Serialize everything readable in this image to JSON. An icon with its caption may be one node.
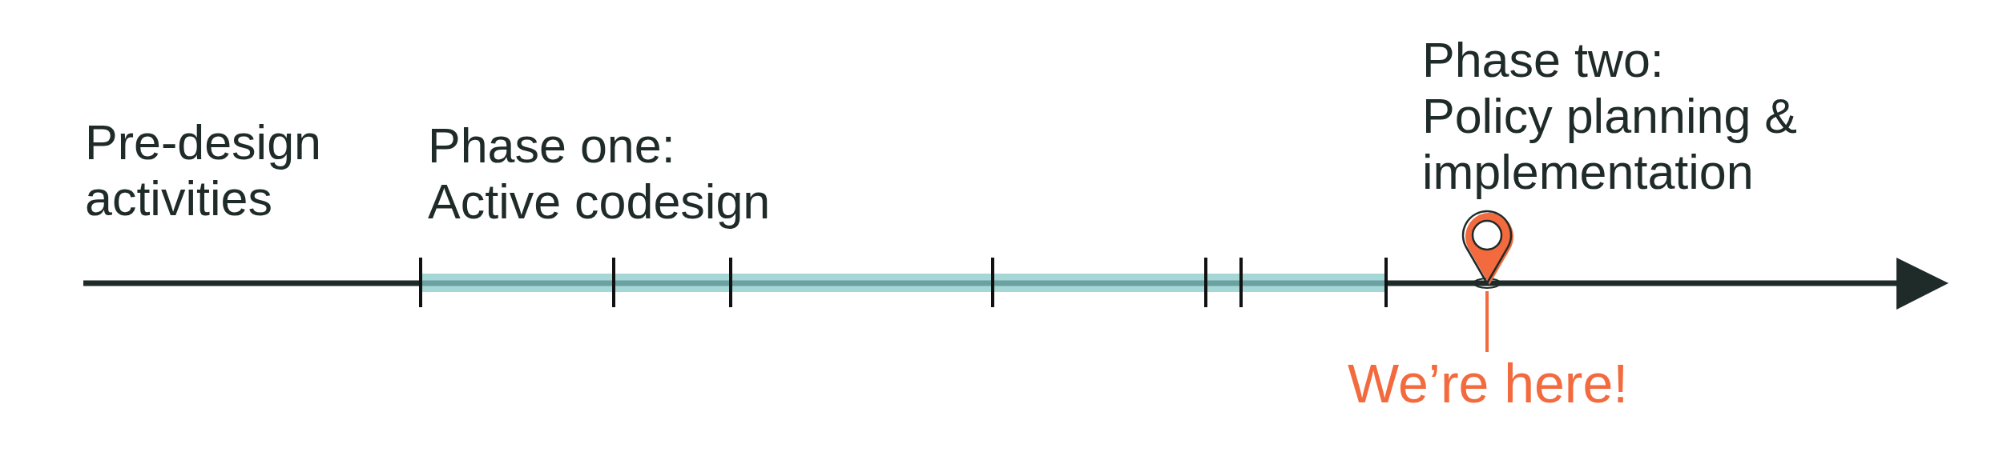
{
  "diagram": {
    "nodes": [
      {
        "text": [],
        "shape": "pin"
      },
      {
        "text": [
          "We’re here!"
        ]
      }
    ],
    "edges": [
      {
        "from": 1,
        "to": 0,
        "arrow": "none"
      }
    ],
    "labels": [
      "Pre-design activities",
      "Phase one: Active codesign",
      "Phase two: Policy planning & implementation"
    ]
  }
}
